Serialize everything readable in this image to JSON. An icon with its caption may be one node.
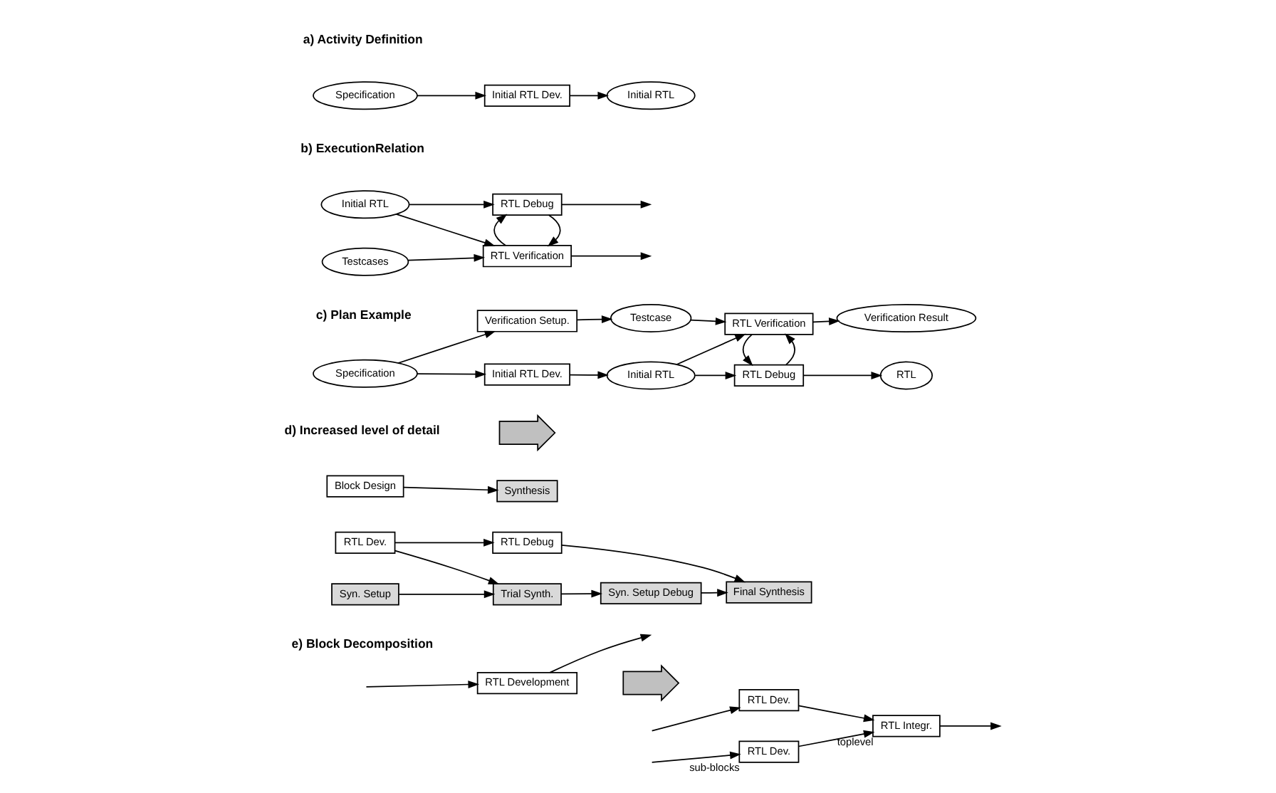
{
  "diagram": {
    "nodes": [
      {
        "text": [
          "Specification"
        ]
      },
      {
        "text": [
          "Initial RTL Dev."
        ]
      },
      {
        "text": [
          "Initial RTL"
        ]
      },
      {
        "text": [
          "Initial RTL"
        ]
      },
      {
        "text": [
          "Testcases"
        ]
      },
      {
        "text": [
          "RTL Debug"
        ]
      },
      {
        "text": [
          "RTL Verification"
        ]
      },
      {
        "text": [
          "Specification"
        ]
      },
      {
        "text": [
          "Initial RTL Dev."
        ]
      },
      {
        "text": [
          "Verification Setup."
        ]
      },
      {
        "text": [
          "Initial RTL"
        ]
      },
      {
        "text": [
          "Testcase"
        ]
      },
      {
        "text": [
          "RTL Debug"
        ]
      },
      {
        "text": [
          "RTL Verification"
        ]
      },
      {
        "text": [
          "RTL"
        ]
      },
      {
        "text": [
          "Verification Result"
        ]
      },
      {
        "text": [
          "Block Design"
        ]
      },
      {
        "text": [
          "Synthesis"
        ]
      },
      {
        "text": [],
        "shape": "arrow"
      },
      {
        "text": [
          "RTL Dev."
        ]
      },
      {
        "text": [
          "RTL Debug"
        ]
      },
      {
        "text": [
          "Syn. Setup"
        ]
      },
      {
        "text": [
          "Trial Synth."
        ]
      },
      {
        "text": [
          "Syn. Setup Debug"
        ]
      },
      {
        "text": [
          "Final Synthesis"
        ]
      },
      {
        "text": [
          "RTL Development"
        ]
      },
      {
        "text": [],
        "shape": "arrow"
      },
      {
        "text": [
          "RTL Dev."
        ]
      },
      {
        "text": [
          "RTL Dev."
        ],
        "beside": [
          "sub-blocks"
        ]
      },
      {
        "text": [
          "RTL Integr."
        ],
        "beside": [
          "toplevel"
        ]
      }
    ],
    "edges": [
      {
        "from": 0,
        "to": 1,
        "arrow": "to"
      },
      {
        "from": 1,
        "to": 2,
        "arrow": "to"
      },
      {
        "from": 3,
        "to": 5,
        "arrow": "to"
      },
      {
        "from": 3,
        "to": 6,
        "arrow": "to"
      },
      {
        "from": 4,
        "to": 6,
        "arrow": "to"
      },
      {
        "from": 5,
        "to": 6,
        "arrow": "to"
      },
      {
        "from": 6,
        "to": 5,
        "arrow": "to"
      },
      {
        "from": 5,
        "to": null,
        "arrow": "to"
      },
      {
        "from": 6,
        "to": null,
        "arrow": "to"
      },
      {
        "from": 7,
        "to": 8,
        "arrow": "to"
      },
      {
        "from": 7,
        "to": 9,
        "arrow": "to"
      },
      {
        "from": 8,
        "to": 10,
        "arrow": "to"
      },
      {
        "from": 9,
        "to": 11,
        "arrow": "to"
      },
      {
        "from": 10,
        "to": 12,
        "arrow": "to"
      },
      {
        "from": 10,
        "to": 13,
        "arrow": "to"
      },
      {
        "from": 11,
        "to": 13,
        "arrow": "to"
      },
      {
        "from": 12,
        "to": 13,
        "arrow": "to"
      },
      {
        "from": 13,
        "to": 12,
        "arrow": "to"
      },
      {
        "from": 12,
        "to": 14,
        "arrow": "to"
      },
      {
        "from": 13,
        "to": 15,
        "arrow": "to"
      },
      {
        "from": 16,
        "to": 17,
        "arrow": "to"
      },
      {
        "from": 19,
        "to": 20,
        "arrow": "to"
      },
      {
        "from": 19,
        "to": 22,
        "arrow": "to"
      },
      {
        "from": 21,
        "to": 22,
        "arrow": "to"
      },
      {
        "from": 22,
        "to": 23,
        "arrow": "to"
      },
      {
        "from": 23,
        "to": 24,
        "arrow": "to"
      },
      {
        "from": 20,
        "to": 24,
        "arrow": "to"
      },
      {
        "from": null,
        "to": 25,
        "arrow": "to"
      },
      {
        "from": 25,
        "to": null,
        "arrow": "to"
      },
      {
        "from": null,
        "to": 27,
        "arrow": "to"
      },
      {
        "from": null,
        "to": 28,
        "arrow": "to"
      },
      {
        "from": 27,
        "to": 29,
        "arrow": "to"
      },
      {
        "from": 28,
        "to": 29,
        "arrow": "to"
      },
      {
        "from": 29,
        "to": null,
        "arrow": "to"
      }
    ],
    "labels": [
      "a) Activity Definition",
      "b) ExecutionRelation",
      "c) Plan Example",
      "d) Increased level of detail",
      "e) Block Decomposition"
    ]
  }
}
